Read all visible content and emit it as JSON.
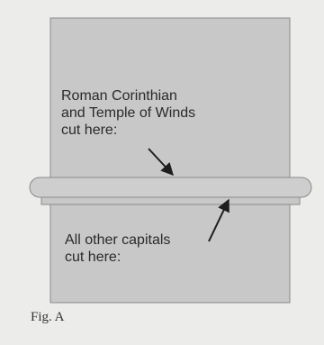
{
  "annotations": {
    "top_label": [
      "Roman Corinthian",
      "and Temple of Winds",
      "cut here:"
    ],
    "bottom_label": [
      "All other capitals",
      "cut here:"
    ]
  },
  "caption": "Fig. A",
  "colors": {
    "background": "#ececea",
    "column_fill": "#c8c8c8",
    "band_fill": "#cecece",
    "outline": "#8a8a8a",
    "arrow": "#1e1e1e",
    "text": "#2a2a2a"
  }
}
